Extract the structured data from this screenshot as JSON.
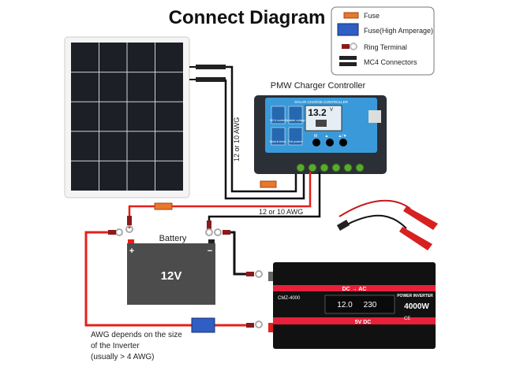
{
  "title": "Connect Diagram",
  "legend": {
    "items": [
      {
        "icon": "fuse-icon",
        "label": "Fuse",
        "color": "#e8782a"
      },
      {
        "icon": "high-amperage-fuse-icon",
        "label": "Fuse(High Amperage)",
        "color": "#2f5fc4"
      },
      {
        "icon": "ring-terminal-icon",
        "label": "Ring Terminal",
        "color": "#8b1a1a"
      },
      {
        "icon": "mc4-connector-icon",
        "label": "MC4 Connectors",
        "color": "#222222"
      }
    ]
  },
  "controller": {
    "label": "PMW Charger Controller",
    "header": "SOLAR CHARGE CONTROLLER",
    "voltage": "13.2",
    "unit": "V",
    "features": [
      "MCU control",
      "Settable voltage",
      "Build-in timer",
      "Full protect"
    ],
    "buttons": [
      "M",
      "▲",
      "▲/▼"
    ]
  },
  "wires": {
    "panel_awg": "12 or 10 AWG",
    "battery_awg": "12 or 10 AWG",
    "inverter_note": [
      "AWG depends on the size",
      "of the Inverter",
      "(usually  > 4 AWG)"
    ]
  },
  "battery": {
    "label": "Battery",
    "voltage": "12V",
    "plus": "+",
    "minus": "−"
  },
  "inverter": {
    "model": "CMZ-4000",
    "mode": "DC → AC",
    "title": "POWER INVERTER",
    "power": "4000W",
    "input_reading": "12.0",
    "output_reading": "230",
    "usb": "5V DC",
    "marks": "CE"
  },
  "colors": {
    "red_wire": "#e3201b",
    "black_wire": "#111111",
    "controller_blue": "#3a9ad9",
    "inverter_red": "#e8203a"
  }
}
